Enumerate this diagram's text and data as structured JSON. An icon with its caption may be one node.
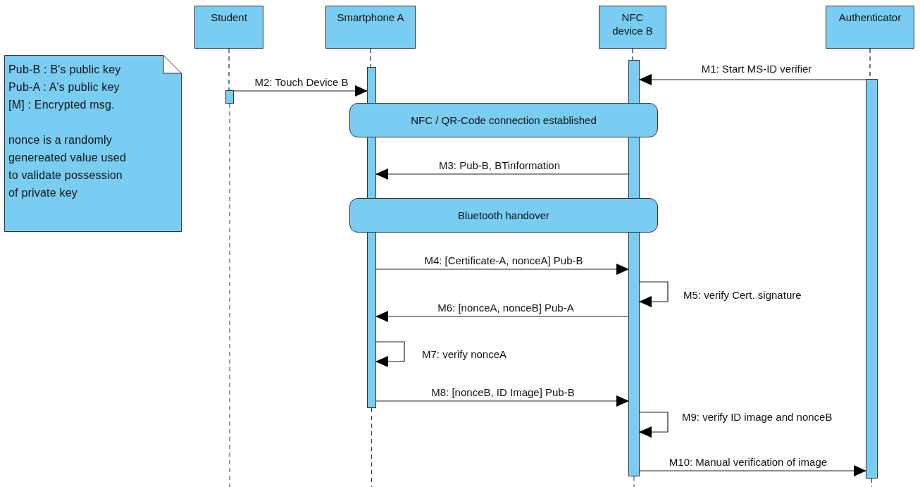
{
  "diagram": {
    "nodes": [
      {
        "text": [
          "Student"
        ]
      },
      {
        "text": [
          "Smartphone A"
        ]
      },
      {
        "text": [
          "NFC device B"
        ]
      },
      {
        "text": [
          "Authenticator"
        ]
      },
      {
        "text": [
          "Pub-B : B's public key",
          "Pub-A : A's public key",
          "[M] : Encrypted msg.",
          "nonce is a randomly genereated value used to validate possession of private key"
        ]
      },
      {
        "text": [],
        "shape": "bar"
      },
      {
        "text": [],
        "shape": "bar"
      },
      {
        "text": [],
        "shape": "bar"
      },
      {
        "text": [],
        "shape": "bar"
      },
      {
        "text": [
          "NFC / QR-Code connection established"
        ]
      },
      {
        "text": [
          "Bluetooth handover"
        ]
      }
    ],
    "edges": [
      {
        "from": 0,
        "to": 5,
        "arrow": "none",
        "style": "dashed"
      },
      {
        "from": 1,
        "to": 6,
        "arrow": "none",
        "style": "dashed"
      },
      {
        "from": 2,
        "to": 7,
        "arrow": "none",
        "style": "dashed"
      },
      {
        "from": 3,
        "to": 8,
        "arrow": "none",
        "style": "dashed"
      },
      {
        "from": 8,
        "to": 7,
        "arrow": "to",
        "label": "M1: Start MS-ID verifier"
      },
      {
        "from": 5,
        "to": 6,
        "arrow": "to",
        "label": "M2: Touch Device B"
      },
      {
        "from": 7,
        "to": 6,
        "arrow": "to",
        "label": "M3: Pub-B, BTinformation"
      },
      {
        "from": 6,
        "to": 7,
        "arrow": "to",
        "label": "M4: [Certificate-A, nonceA] Pub-B"
      },
      {
        "from": 7,
        "to": 7,
        "arrow": "to",
        "label": "M5: verify Cert. signature"
      },
      {
        "from": 7,
        "to": 6,
        "arrow": "to",
        "label": "M6: [nonceA, nonceB] Pub-A"
      },
      {
        "from": 6,
        "to": 6,
        "arrow": "to",
        "label": "M7: verify nonceA"
      },
      {
        "from": 6,
        "to": 7,
        "arrow": "to",
        "label": "M8: [nonceB, ID Image] Pub-B"
      },
      {
        "from": 7,
        "to": 7,
        "arrow": "to",
        "label": "M9: verify ID image and nonceB"
      },
      {
        "from": 7,
        "to": 8,
        "arrow": "to",
        "label": "M10: Manual verification of image"
      }
    ]
  }
}
